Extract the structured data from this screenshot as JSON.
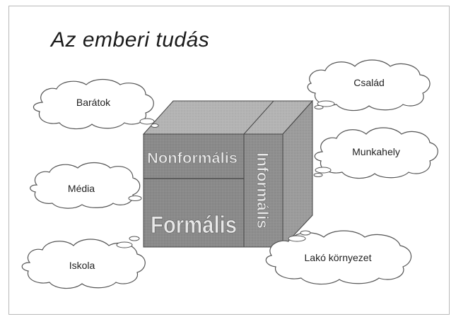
{
  "title": "Az emberi tudás",
  "cube": {
    "front_top_label": "Nonformális",
    "front_bottom_label": "Formális",
    "side_label": "Informális"
  },
  "clouds": [
    {
      "id": "csalad",
      "label": "Család"
    },
    {
      "id": "baratok",
      "label": "Barátok"
    },
    {
      "id": "munkahely",
      "label": "Munkahely"
    },
    {
      "id": "media",
      "label": "Média"
    },
    {
      "id": "iskola",
      "label": "Iskola"
    },
    {
      "id": "lako",
      "label": "Lakó környezet"
    }
  ],
  "colors": {
    "cloud_stroke": "#555555",
    "cube_front": "#8a8a8a",
    "cube_top": "#b4b4b4",
    "cube_side": "#9c9c9c",
    "cube_label_fill": "#e8e8e8"
  }
}
